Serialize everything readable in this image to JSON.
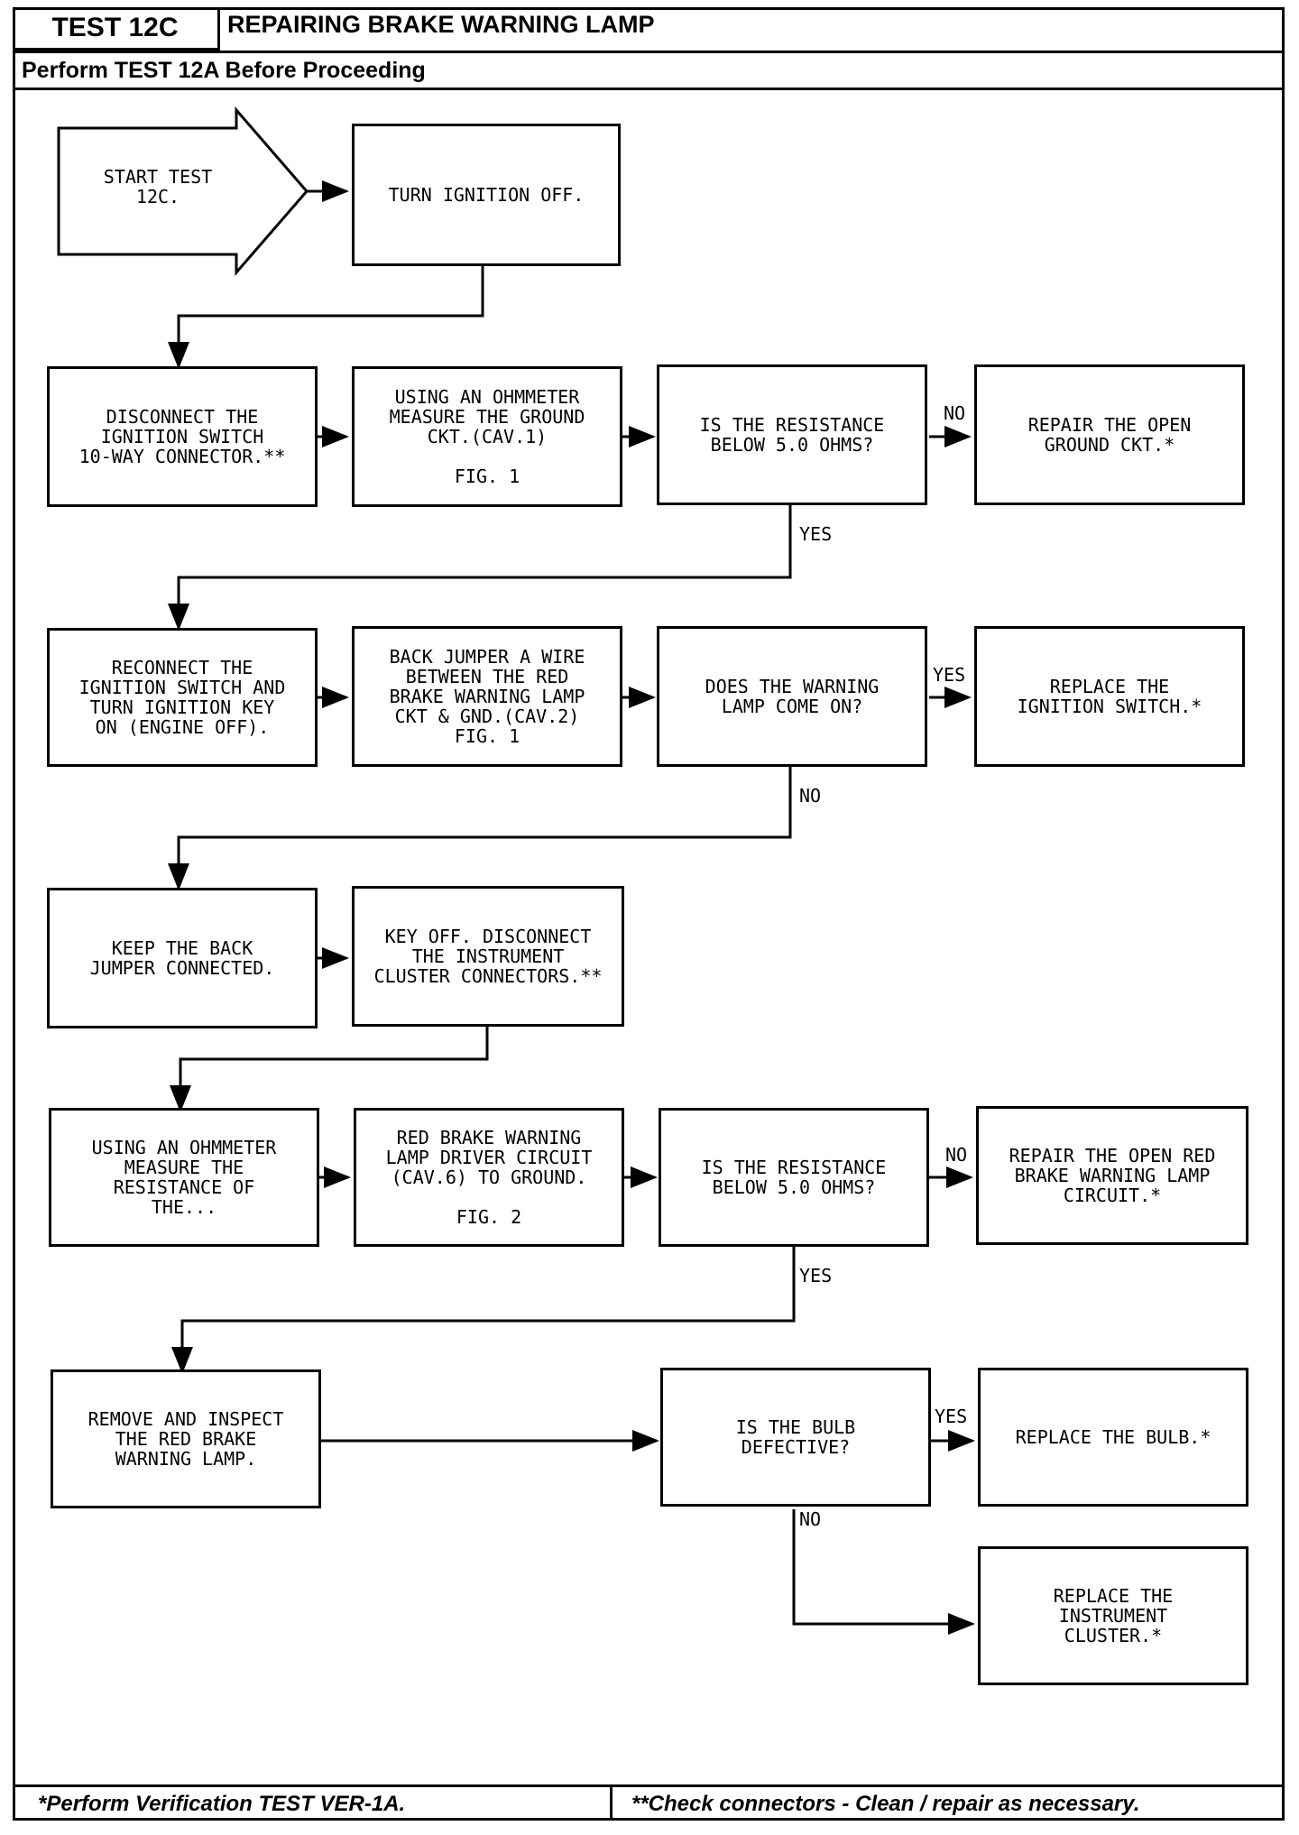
{
  "header": {
    "test_id": "TEST 12C",
    "title": "REPAIRING BRAKE WARNING LAMP",
    "prerequisite": "Perform TEST 12A Before Proceeding"
  },
  "start": "START TEST\n12C.",
  "boxes": {
    "turn_off": "TURN IGNITION OFF.",
    "disconnect": "DISCONNECT THE\nIGNITION SWITCH\n10-WAY CONNECTOR.**",
    "ohmmeter_ground": "USING AN OHMMETER\nMEASURE THE GROUND\nCKT.(CAV.1)\n\nFIG. 1",
    "q_resistance_1": "IS THE RESISTANCE\nBELOW 5.0 OHMS?",
    "repair_ground": "REPAIR THE OPEN\nGROUND CKT.*",
    "reconnect": "RECONNECT THE\nIGNITION SWITCH AND\nTURN IGNITION KEY\nON (ENGINE OFF).",
    "back_jumper": "BACK JUMPER A WIRE\nBETWEEN THE RED\nBRAKE WARNING LAMP\nCKT & GND.(CAV.2)\nFIG. 1",
    "q_lamp_on": "DOES THE WARNING\nLAMP COME ON?",
    "replace_switch": "REPLACE THE\nIGNITION SWITCH.*",
    "keep_jumper": "KEEP THE BACK\nJUMPER CONNECTED.",
    "key_off": "KEY OFF. DISCONNECT\nTHE INSTRUMENT\nCLUSTER CONNECTORS.**",
    "measure_resistance": "USING AN OHMMETER\nMEASURE THE\nRESISTANCE OF\nTHE...",
    "driver_circuit": "RED BRAKE WARNING\nLAMP DRIVER CIRCUIT\n(CAV.6) TO GROUND.\n\nFIG. 2",
    "q_resistance_2": "IS THE RESISTANCE\nBELOW 5.0 OHMS?",
    "repair_red": "REPAIR THE OPEN RED\nBRAKE WARNING LAMP\nCIRCUIT.*",
    "remove_inspect": "REMOVE AND INSPECT\nTHE RED BRAKE\nWARNING LAMP.",
    "q_bulb": "IS THE BULB\nDEFECTIVE?",
    "replace_bulb": "REPLACE THE BULB.*",
    "replace_cluster": "REPLACE THE\nINSTRUMENT\nCLUSTER.*"
  },
  "labels": {
    "no": "NO",
    "yes": "YES"
  },
  "footer": {
    "left": "*Perform Verification TEST VER-1A.",
    "right": "**Check connectors - Clean / repair as necessary."
  }
}
